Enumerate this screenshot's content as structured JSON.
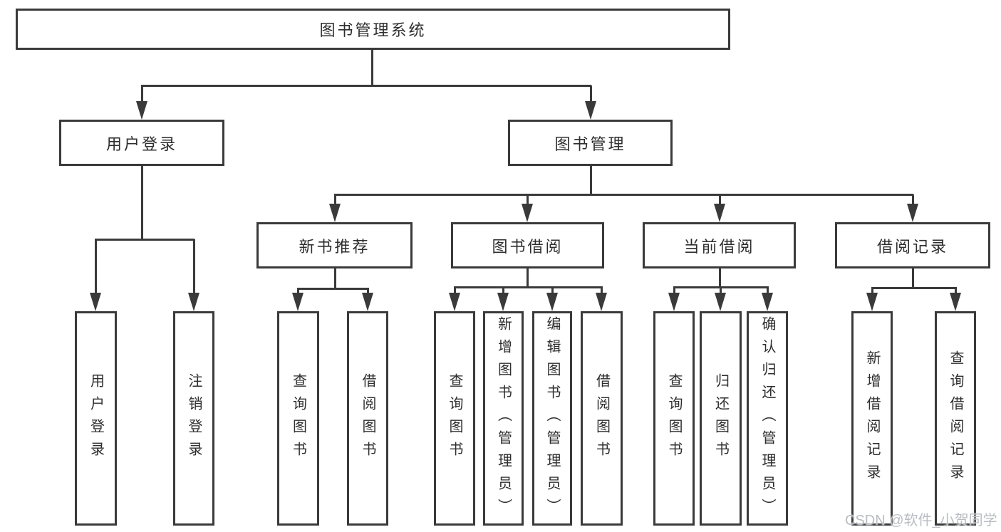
{
  "diagram": {
    "root": {
      "label": "图书管理系统"
    },
    "l2": [
      {
        "label": "用户登录"
      },
      {
        "label": "图书管理"
      }
    ],
    "l3": [
      {
        "label": "新书推荐"
      },
      {
        "label": "图书借阅"
      },
      {
        "label": "当前借阅"
      },
      {
        "label": "借阅记录"
      }
    ],
    "leaves_login": [
      {
        "label": "用户登录"
      },
      {
        "label": "注销登录"
      }
    ],
    "leaves_recommend": [
      {
        "label": "查询图书"
      },
      {
        "label": "借阅图书"
      }
    ],
    "leaves_borrow": [
      {
        "label": "查询图书"
      },
      {
        "label": "新增图书（管理员）"
      },
      {
        "label": "编辑图书（管理员）"
      },
      {
        "label": "借阅图书"
      }
    ],
    "leaves_current": [
      {
        "label": "查询图书"
      },
      {
        "label": "归还图书"
      },
      {
        "label": "确认归还（管理员）"
      }
    ],
    "leaves_records": [
      {
        "label": "新增借阅记录"
      },
      {
        "label": "查询借阅记录"
      }
    ],
    "colors": {
      "line": "#3a3a3a",
      "border": "#3a3a3a",
      "text": "#2e2e2e",
      "background": "#ffffff",
      "watermark": "#b9bdc2"
    }
  },
  "watermark": {
    "text": "CSDN @软件_小贺同学"
  }
}
